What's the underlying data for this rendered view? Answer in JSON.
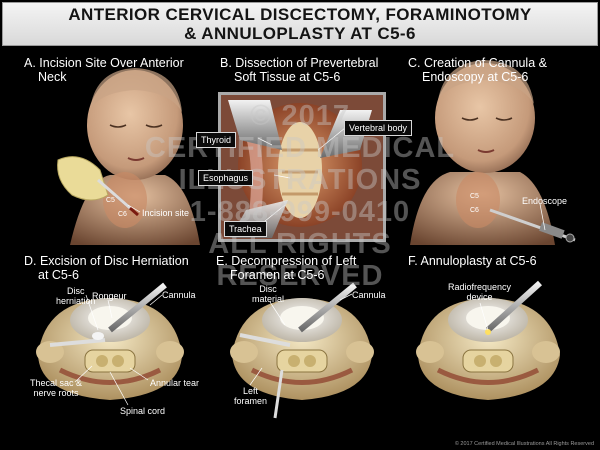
{
  "title": {
    "line1": "ANTERIOR CERVICAL DISCECTOMY, FORAMINOTOMY",
    "line2": "& ANNULOPLASTY AT C5-6"
  },
  "panels": {
    "a": {
      "heading_line1": "A. Incision Site Over Anterior",
      "heading_line2": "Neck",
      "labels": {
        "c5": "C5",
        "c6": "C6",
        "incision_site": "Incision site"
      }
    },
    "b": {
      "heading_line1": "B. Dissection of Prevertebral",
      "heading_line2": "Soft Tissue at C5-6",
      "labels": {
        "thyroid": "Thyroid",
        "esophagus": "Esophagus",
        "trachea": "Trachea",
        "vertebral_body": "Vertebral body"
      }
    },
    "c": {
      "heading_line1": "C. Creation of Cannula &",
      "heading_line2": "Endoscopy at C5-6",
      "labels": {
        "c5": "C5",
        "c6": "C6",
        "endoscope": "Endoscope"
      }
    },
    "d": {
      "heading_line1": "D. Excision of Disc Herniation",
      "heading_line2": "at C5-6",
      "labels": {
        "disc_herniation_1": "Disc",
        "disc_herniation_2": "herniation",
        "rongeur": "Rongeur",
        "cannula": "Cannula",
        "thecal_1": "Thecal sac &",
        "thecal_2": "nerve roots",
        "annular_tear": "Annular tear",
        "spinal_cord": "Spinal cord"
      }
    },
    "e": {
      "heading_line1": "E. Decompression of Left",
      "heading_line2": "Foramen at C5-6",
      "labels": {
        "disc_material_1": "Disc",
        "disc_material_2": "material",
        "cannula": "Cannula",
        "left_foramen_1": "Left",
        "left_foramen_2": "foramen"
      }
    },
    "f": {
      "heading_line1": "F. Annuloplasty at C5-6",
      "labels": {
        "rf_1": "Radiofrequency",
        "rf_2": "device"
      }
    }
  },
  "watermark": {
    "line1": "© 2017",
    "line2": "CERTIFIED MEDICAL",
    "line3": "ILLUSTRATIONS",
    "line4": "1-888-999-0410",
    "line5": "ALL RIGHTS",
    "line6": "RESERVED"
  },
  "footer": "© 2017 Certified Medical Illustrations All Rights Reserved",
  "colors": {
    "title_bg": "#e4e4e4",
    "skin": "#d9b090",
    "bone": "#e8d8a8",
    "tissue": "#b06848",
    "background": "#000000"
  }
}
